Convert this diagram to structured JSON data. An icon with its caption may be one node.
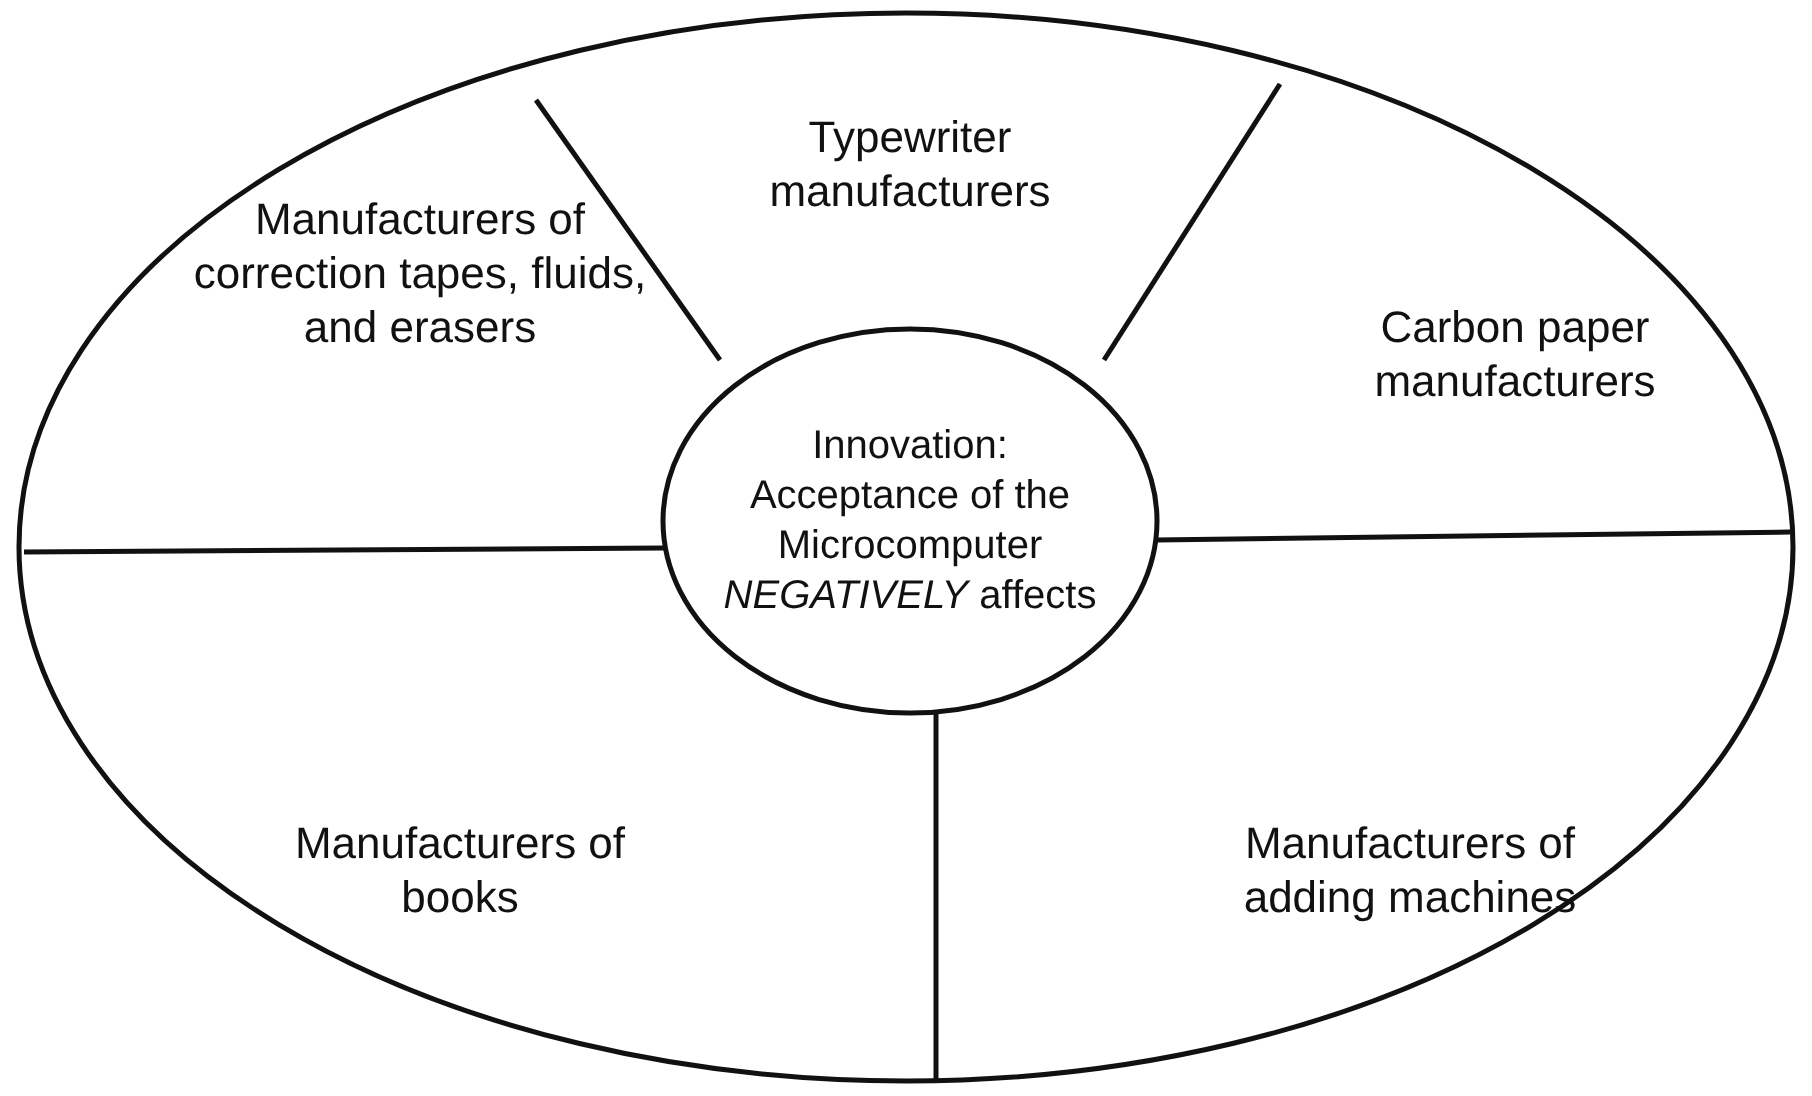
{
  "diagram": {
    "nodes": [
      {
        "text": [],
        "shape": "ellipse"
      },
      {
        "text": [
          "Typewriter manufacturers"
        ],
        "in": 0
      },
      {
        "text": [
          "Manufacturers of correction tapes, fluids, and erasers"
        ],
        "in": 0
      },
      {
        "text": [
          "Innovation:",
          "Acceptance of the Microcomputer *NEGATIVELY* affects"
        ],
        "in": 0
      },
      {
        "text": [
          "Carbon paper manufacturers"
        ],
        "in": 0
      },
      {
        "text": [
          "Manufacturers of books"
        ],
        "in": 0
      },
      {
        "text": [
          "Manufacturers of adding machines"
        ],
        "in": 0
      }
    ],
    "edges": []
  }
}
